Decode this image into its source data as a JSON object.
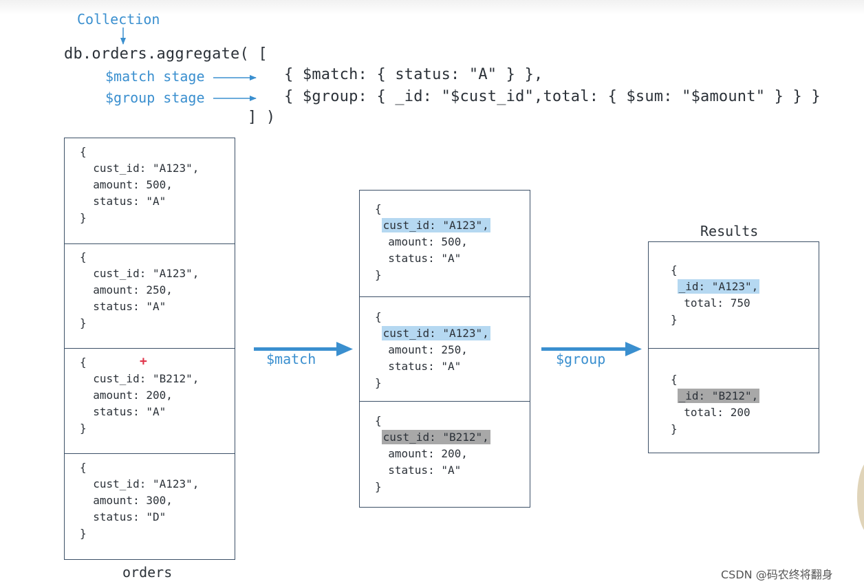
{
  "header": {
    "collection_label": "Collection",
    "code_line1": "db.orders.aggregate( [",
    "match_stage_label": "$match stage",
    "match_code": "{ $match: { status: \"A\" } },",
    "group_stage_label": "$group stage",
    "group_code": "{ $group: { _id: \"$cust_id\",total: { $sum: \"$amount\" } } }",
    "code_close": "] )"
  },
  "orders": {
    "caption": "orders",
    "docs": [
      {
        "open": "{",
        "cust": "cust_id: \"A123\",",
        "amount": "amount: 500,",
        "status": "status: \"A\"",
        "close": "}"
      },
      {
        "open": "{",
        "cust": "cust_id: \"A123\",",
        "amount": "amount: 250,",
        "status": "status: \"A\"",
        "close": "}"
      },
      {
        "open": "{",
        "cust": "cust_id: \"B212\",",
        "amount": "amount: 200,",
        "status": "status: \"A\"",
        "close": "}"
      },
      {
        "open": "{",
        "cust": "cust_id: \"A123\",",
        "amount": "amount: 300,",
        "status": "status: \"D\"",
        "close": "}"
      }
    ]
  },
  "match_arrow_label": "$match",
  "matched": {
    "docs": [
      {
        "open": "{",
        "cust": "cust_id: \"A123\",",
        "amount": "amount: 500,",
        "status": "status: \"A\"",
        "close": "}",
        "highlight": "blue"
      },
      {
        "open": "{",
        "cust": "cust_id: \"A123\",",
        "amount": "amount: 250,",
        "status": "status: \"A\"",
        "close": "}",
        "highlight": "blue"
      },
      {
        "open": "{",
        "cust": "cust_id: \"B212\",",
        "amount": "amount: 200,",
        "status": "status: \"A\"",
        "close": "}",
        "highlight": "gray"
      }
    ]
  },
  "group_arrow_label": "$group",
  "results": {
    "title": "Results",
    "docs": [
      {
        "open": "{",
        "id": "_id: \"A123\",",
        "total": "total: 750",
        "close": "}",
        "highlight": "blue"
      },
      {
        "open": "{",
        "id": "_id: \"B212\",",
        "total": "total: 200",
        "close": "}",
        "highlight": "gray"
      }
    ]
  },
  "cursor_glyph": "+",
  "watermark": "CSDN @码农终将翻身",
  "colors": {
    "accent_blue": "#3a8fcf",
    "highlight_blue": "#b5d8f1",
    "highlight_gray": "#a8a8a8",
    "box_border": "#3b4f66",
    "text": "#2b3138"
  }
}
